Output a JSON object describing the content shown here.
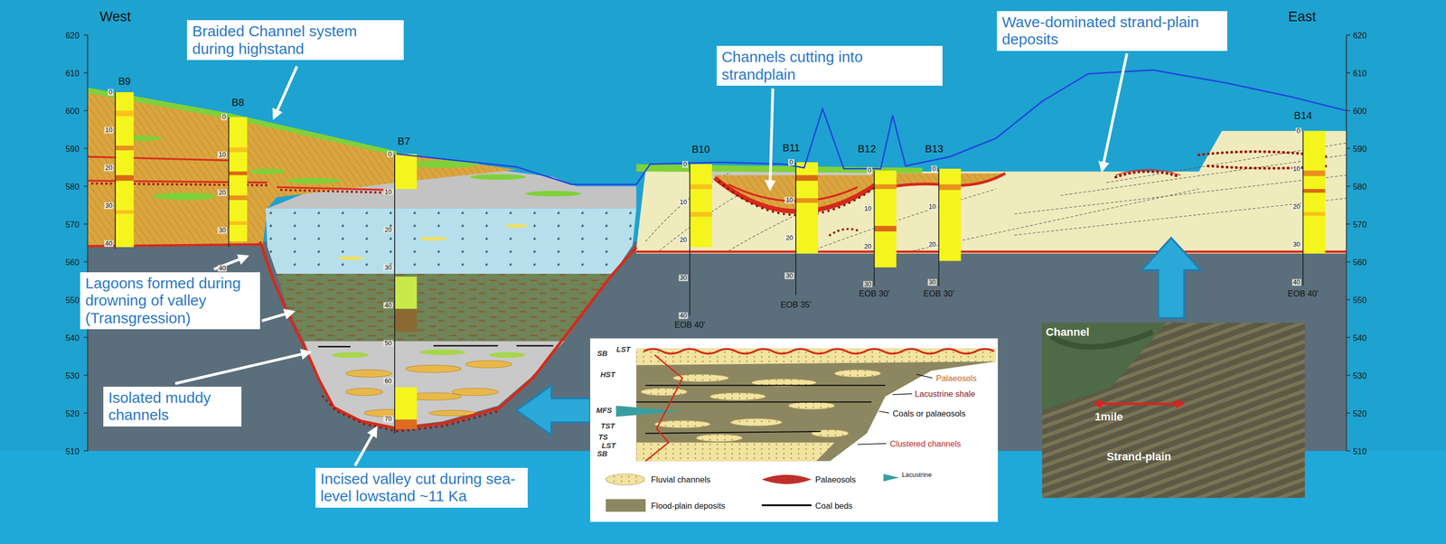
{
  "diagram": {
    "nodes": [
      {
        "text": [
          "Braided Channel system during highstand"
        ]
      },
      {
        "text": [
          "Channels cutting into strandplain"
        ]
      },
      {
        "text": [
          "Wave-dominated strand-plain deposits"
        ]
      },
      {
        "text": [
          "Lagoons formed during drowning of valley (Transgression)"
        ]
      },
      {
        "text": [
          "Isolated muddy channels"
        ]
      },
      {
        "text": [
          "Incised valley cut during sea-level lowstand ~11 Ka"
        ]
      }
    ],
    "labels": [
      "West",
      "East",
      "620",
      "610",
      "600",
      "590",
      "580",
      "570",
      "560",
      "550",
      "540",
      "530",
      "520",
      "510",
      "620",
      "610",
      "600",
      "590",
      "580",
      "570",
      "560",
      "550",
      "540",
      "530",
      "520",
      "510",
      "B9",
      "B8",
      "B7",
      "B10",
      "B11",
      "B12",
      "B13",
      "B14",
      "EOB 40'",
      "EOB 35'",
      "EOB 30'",
      "EOB 30'",
      "EOB 40'",
      "SB",
      "LST",
      "HST",
      "MFS",
      "TST",
      "TS",
      "LST",
      "SB",
      "Palaeosols",
      "Lacustrine shale",
      "Coals or palaeosols",
      "Clustered channels",
      "Channel",
      "1mile",
      "Strand-plain",
      "0",
      "10",
      "20",
      "30",
      "40",
      "0",
      "10",
      "20",
      "30",
      "40",
      "0",
      "10",
      "20",
      "30",
      "40",
      "50",
      "60",
      "70",
      "0",
      "10",
      "20",
      "30",
      "40",
      "0",
      "10",
      "20",
      "30",
      "0",
      "10",
      "20",
      "30",
      "0",
      "10",
      "20",
      "30",
      "0",
      "10",
      "20",
      "30",
      "40"
    ],
    "legend": [
      {
        "text": "Fluvial channels"
      },
      {
        "text": "Palaeosols"
      },
      {
        "text": "Lacustrine"
      },
      {
        "text": "Flood-plain deposits",
        "color": "#8c8760"
      },
      {
        "text": "Coal beds"
      }
    ]
  }
}
